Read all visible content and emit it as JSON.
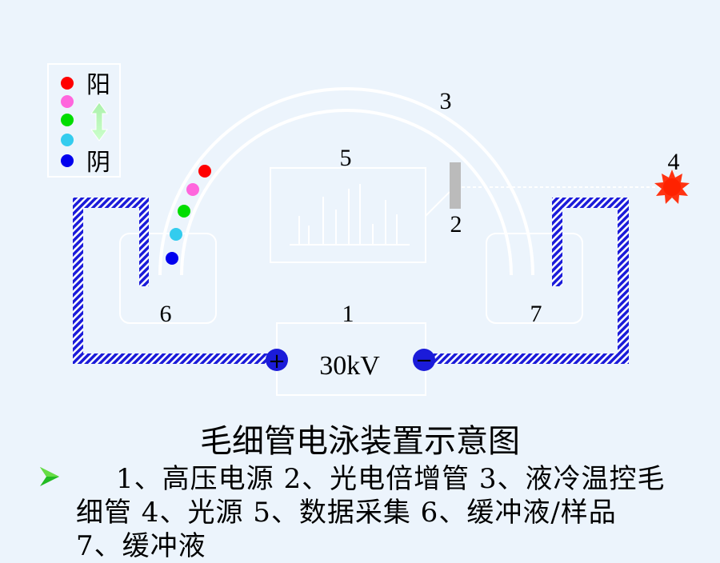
{
  "diagram": {
    "legend": {
      "anode_label": "阳",
      "cathode_label": "阴"
    },
    "labels": {
      "power_supply": "1",
      "pmt": "2",
      "capillary": "3",
      "light_source": "4",
      "data_acquisition": "5",
      "buffer_sample": "6",
      "buffer": "7"
    },
    "voltage": "30kV",
    "polarity_positive": "+",
    "polarity_negative": "−",
    "colors": {
      "electrode": "#1b1bd9",
      "hatch_bg": "#ffffff",
      "dot_red": "#ff0000",
      "dot_pink": "#ff66dd",
      "dot_green": "#00dd00",
      "dot_cyan": "#33ccee",
      "dot_blue": "#0000ee",
      "arrow": "#99ee99",
      "light": "#ff2200",
      "detector": "#bbbbbb"
    }
  },
  "caption": {
    "title": "毛细管电泳装置示意图",
    "text": "1、高压电源 2、光电倍增管 3、液冷温控毛细管 4、光源 5、数据采集 6、缓冲液/样品 7、缓冲液"
  }
}
